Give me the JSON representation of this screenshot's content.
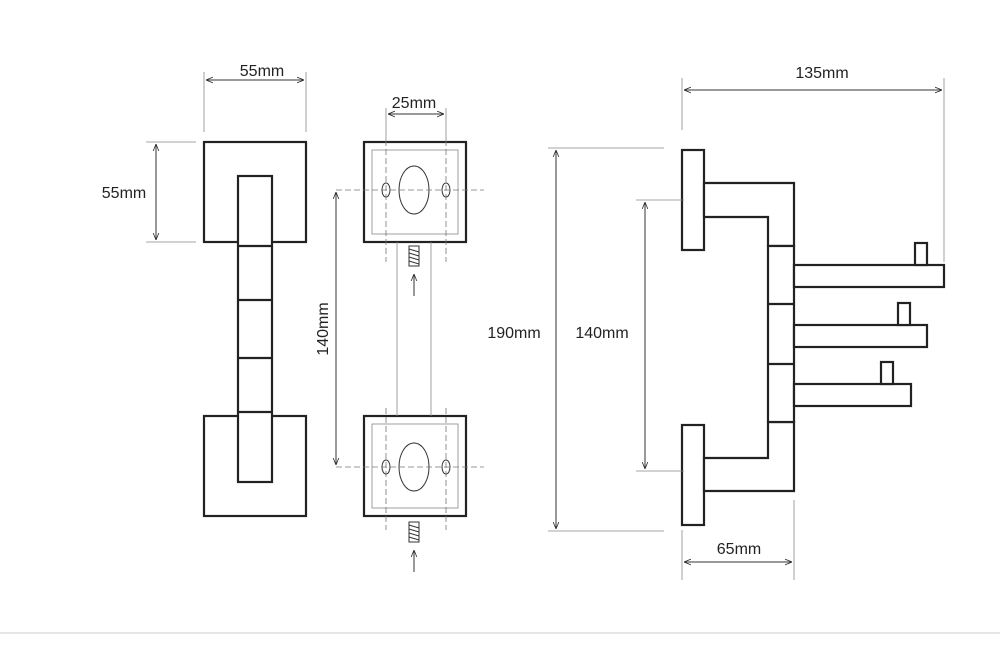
{
  "dimensions": {
    "front_width": "55mm",
    "front_height": "55mm",
    "plate_hole_spacing": "25mm",
    "side_hole_spacing": "140mm",
    "side_total_height": "190mm",
    "arm_spacing": "140mm",
    "depth": "135mm",
    "base_depth": "65mm"
  },
  "colors": {
    "line": "#222222",
    "background": "#ffffff",
    "divider": "#e6e6e6"
  }
}
